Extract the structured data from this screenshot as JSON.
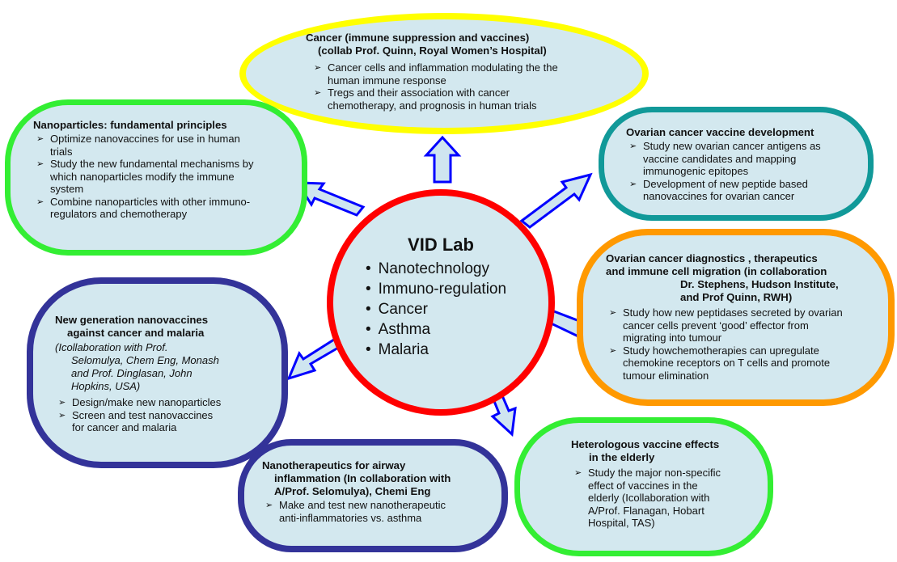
{
  "center": {
    "title": "VID Lab",
    "items": [
      "Nanotechnology",
      "Immuno-regulation",
      "Cancer",
      "Asthma",
      "Malaria"
    ]
  },
  "boxes": {
    "cancer_immune": {
      "title_lines": [
        "Cancer (immune suppression and vaccines)",
        "(collab Prof. Quinn, Royal Women’s Hospital)"
      ],
      "bullets": [
        [
          "Cancer cells and inflammation modulating the the",
          "human immune response"
        ],
        [
          "Tregs and their association with cancer",
          "chemotherapy, and prognosis in human trials"
        ]
      ]
    },
    "nanoparticles": {
      "title_lines": [
        "Nanoparticles: fundamental principles"
      ],
      "bullets": [
        [
          "Optimize nanovaccines for use in human",
          "trials"
        ],
        [
          "Study the new fundamental mechanisms by",
          "which nanoparticles modify the immune",
          "system"
        ],
        [
          "Combine nanoparticles with other immuno-",
          "regulators and chemotherapy"
        ]
      ]
    },
    "ovarian_vaccine": {
      "title_lines": [
        "Ovarian cancer vaccine development"
      ],
      "bullets": [
        [
          "Study new ovarian cancer antigens as",
          "vaccine candidates and mapping",
          "immunogenic epitopes"
        ],
        [
          "Development of new peptide based",
          "nanovaccines for ovarian cancer"
        ]
      ]
    },
    "ovarian_diagnostics": {
      "title_lines": [
        "Ovarian cancer diagnostics , therapeutics",
        "and immune cell migration (in collaboration",
        "Dr. Stephens, Hudson Institute,",
        "and Prof Quinn, RWH)"
      ],
      "bullets": [
        [
          "Study how new peptidases secreted by ovarian",
          "cancer cells prevent ‘good’ effector from",
          "migrating into tumour"
        ],
        [
          "Study howchemotherapies can upregulate",
          "chemokine receptors on T cells and promote",
          "tumour elimination"
        ]
      ]
    },
    "new_generation": {
      "title_lines": [
        "New generation nanovaccines",
        "against cancer and malaria"
      ],
      "italic_lines": [
        "(Icollaborаtion with Prof.",
        "Selomulya, Chem Eng, Monash",
        "and Prof. Dinglasan, John",
        "Hopkins, USA)"
      ],
      "bullets": [
        [
          "Design/make new nanoparticles"
        ],
        [
          "Screen and test nanovaccines",
          "for cancer and malaria"
        ]
      ]
    },
    "nanotherapeutics": {
      "title_lines": [
        "Nanotherapeutics for airway",
        "inflammation (In collaboration with",
        "A/Prof. Selomulya), Chemi Eng"
      ],
      "bullets": [
        [
          "Make and test new nanotherapeutic",
          "anti-inflammatories vs. asthma"
        ]
      ]
    },
    "heterologous": {
      "title_lines": [
        "Heterologous vaccine effects",
        "in the elderly"
      ],
      "bullets": [
        [
          "Study the major non-specific",
          "effect of vaccines in the",
          "elderly (Icollaboration with",
          "A/Prof. Flanagan, Hobart",
          "Hospital, TAS)"
        ]
      ]
    }
  },
  "colors": {
    "box_fill": "#d3e8ef",
    "yellow": "#ffff00",
    "green": "#33ee33",
    "teal": "#119999",
    "orange": "#ff9900",
    "navy": "#333399",
    "red": "#ff0000",
    "arrow_stroke": "#0000ff",
    "arrow_fill": "#cfe5f0"
  }
}
